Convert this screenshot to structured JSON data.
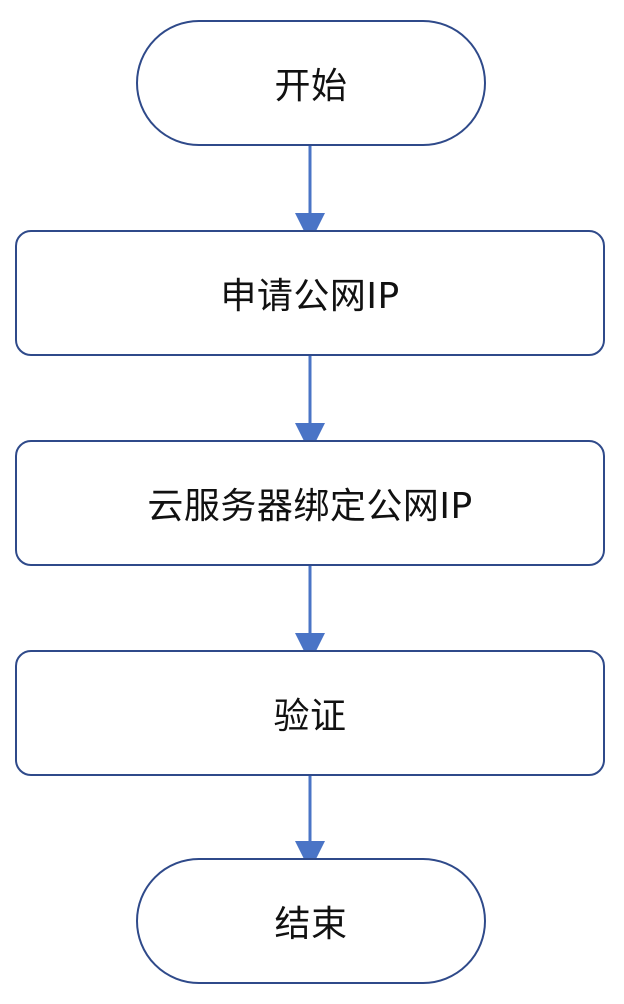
{
  "diagram": {
    "type": "flowchart",
    "colors": {
      "node_border": "#2f4a8a",
      "arrow": "#4a74c6",
      "text": "#111111",
      "background": "#ffffff"
    },
    "nodes": [
      {
        "id": "start",
        "shape": "terminal",
        "label": "开始"
      },
      {
        "id": "apply",
        "shape": "process",
        "label": "申请公网IP"
      },
      {
        "id": "bind",
        "shape": "process",
        "label": "云服务器绑定公网IP"
      },
      {
        "id": "verify",
        "shape": "process",
        "label": "验证"
      },
      {
        "id": "end",
        "shape": "terminal",
        "label": "结束"
      }
    ],
    "edges": [
      {
        "from": "start",
        "to": "apply"
      },
      {
        "from": "apply",
        "to": "bind"
      },
      {
        "from": "bind",
        "to": "verify"
      },
      {
        "from": "verify",
        "to": "end"
      }
    ]
  }
}
